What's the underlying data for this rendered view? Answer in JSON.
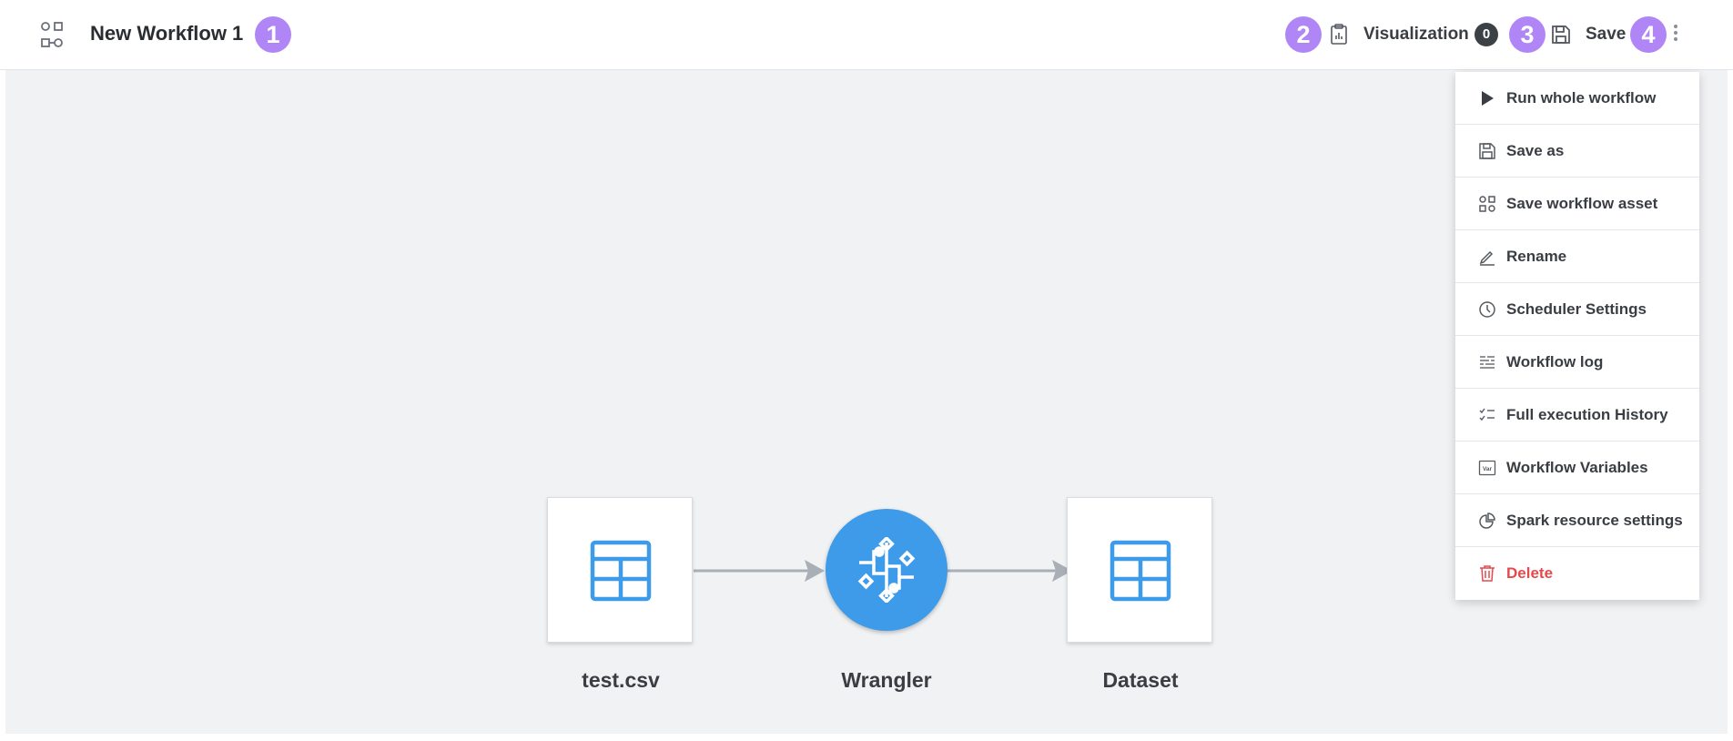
{
  "header": {
    "title": "New Workflow 1",
    "badges": [
      "1",
      "2",
      "3",
      "4"
    ],
    "visualization_label": "Visualization",
    "visualization_count": "0",
    "save_label": "Save"
  },
  "menu": {
    "items": [
      {
        "label": "Run whole workflow",
        "icon": "play-icon"
      },
      {
        "label": "Save as",
        "icon": "floppy-icon"
      },
      {
        "label": "Save workflow asset",
        "icon": "workflow-asset-icon"
      },
      {
        "label": "Rename",
        "icon": "pencil-icon"
      },
      {
        "label": "Scheduler Settings",
        "icon": "clock-icon"
      },
      {
        "label": "Workflow log",
        "icon": "log-lines-icon"
      },
      {
        "label": "Full execution History",
        "icon": "checklist-icon"
      },
      {
        "label": "Workflow Variables",
        "icon": "var-icon"
      },
      {
        "label": "Spark resource settings",
        "icon": "pie-chart-icon"
      },
      {
        "label": "Delete",
        "icon": "trash-icon"
      }
    ]
  },
  "canvas": {
    "nodes": [
      {
        "label": "test.csv",
        "icon": "table-icon"
      },
      {
        "label": "Wrangler",
        "icon": "wrangler-circuit-icon"
      },
      {
        "label": "Dataset",
        "icon": "table-icon"
      }
    ]
  },
  "colors": {
    "accent_blue": "#3d9be9",
    "badge_purple": "#b085f5",
    "danger_red": "#e5484d",
    "canvas_bg": "#f1f2f4"
  }
}
